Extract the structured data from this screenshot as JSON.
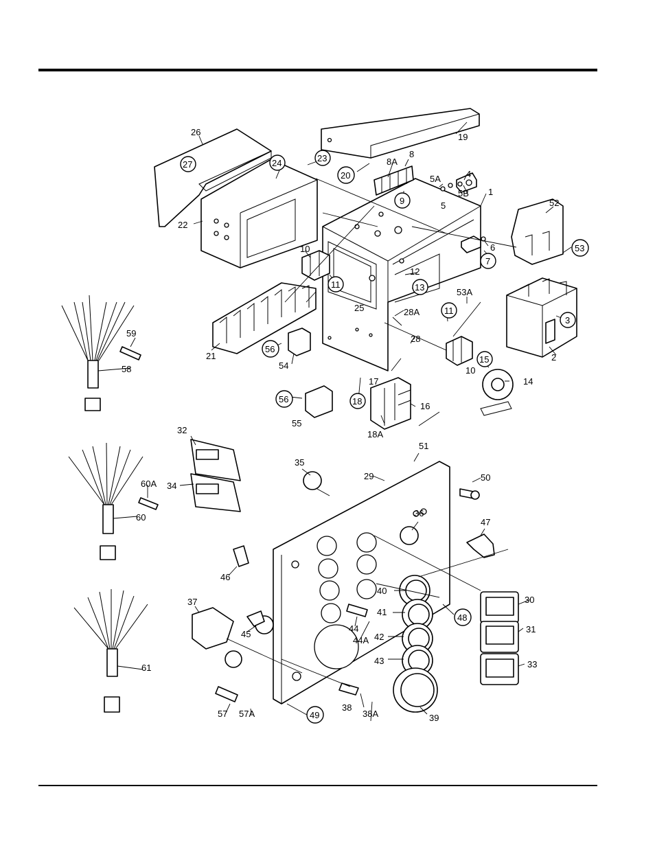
{
  "callouts": {
    "p1": "1",
    "p2": "2",
    "p3": "3",
    "p4": "4",
    "p5": "5",
    "p5A": "5A",
    "p5B": "5B",
    "p6": "6",
    "p7": "7",
    "p8": "8",
    "p8A": "8A",
    "p9": "9",
    "p10a": "10",
    "p10b": "10",
    "p11a": "11",
    "p11b": "11",
    "p12": "12",
    "p13": "13",
    "p14": "14",
    "p15": "15",
    "p16": "16",
    "p17": "17",
    "p18": "18",
    "p18A": "18A",
    "p19": "19",
    "p20": "20",
    "p21": "21",
    "p22": "22",
    "p23": "23",
    "p24": "24",
    "p25": "25",
    "p26": "26",
    "p27": "27",
    "p28": "28",
    "p28A": "28A",
    "p29": "29",
    "p30": "30",
    "p31": "31",
    "p32": "32",
    "p33": "33",
    "p34": "34",
    "p35": "35",
    "p36": "36",
    "p37": "37",
    "p38": "38",
    "p38A": "38A",
    "p39": "39",
    "p40": "40",
    "p41": "41",
    "p42": "42",
    "p43": "43",
    "p44": "44",
    "p44A": "44A",
    "p45": "45",
    "p46": "46",
    "p47": "47",
    "p48": "48",
    "p49": "49",
    "p50": "50",
    "p51": "51",
    "p52": "52",
    "p53": "53",
    "p53A": "53A",
    "p54": "54",
    "p55": "55",
    "p56a": "56",
    "p56b": "56",
    "p57": "57",
    "p57A": "57A",
    "p58": "58",
    "p59": "59",
    "p60": "60",
    "p60A": "60A",
    "p61": "61"
  }
}
